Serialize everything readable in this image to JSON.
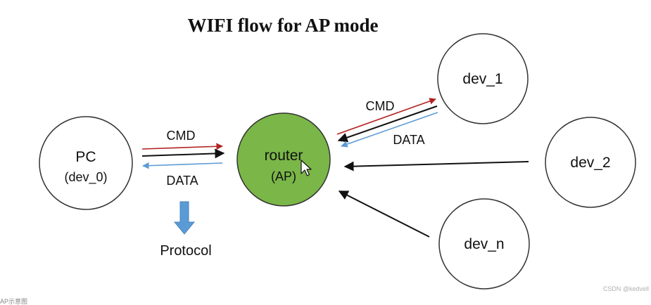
{
  "title": "WIFI flow for AP mode",
  "colors": {
    "router_fill": "#7ab648",
    "circle_stroke": "#333333",
    "cmd_arrow": "#b22222",
    "data_arrow": "#5b9bd5",
    "black_arrow": "#111111",
    "protocol_arrow": "#5b9bd5"
  },
  "nodes": {
    "pc": {
      "label": "PC",
      "sub": "(dev_0)"
    },
    "router": {
      "label": "router",
      "sub": "(AP)"
    },
    "dev1": {
      "label": "dev_1"
    },
    "dev2": {
      "label": "dev_2"
    },
    "devn": {
      "label": "dev_n"
    }
  },
  "edges": {
    "pc_cmd": "CMD",
    "pc_data": "DATA",
    "dev1_cmd": "CMD",
    "dev1_data": "DATA"
  },
  "protocol": {
    "label": "Protocol",
    "icon": "down-arrow-icon"
  },
  "cursor": {
    "icon": "mouse-pointer-icon"
  },
  "watermark": "CSDN @kedvell",
  "caption": "AP示意图"
}
